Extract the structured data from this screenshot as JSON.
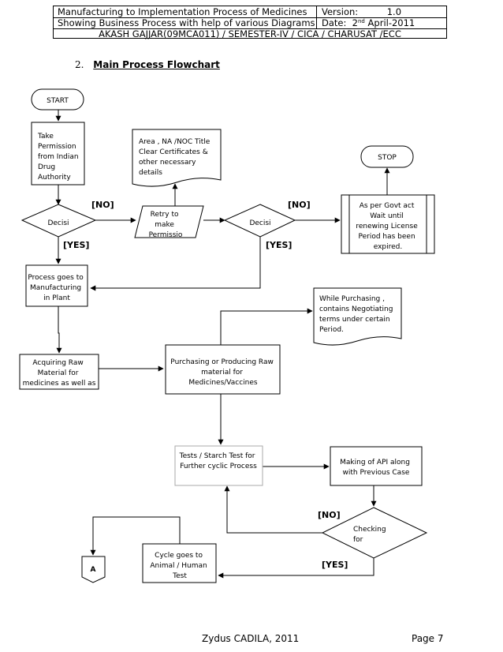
{
  "header": {
    "row1_left": "Manufacturing to Implementation Process of Medicines",
    "row1_right": "Version:          1.0",
    "row2_left": "Showing Business Process with help of various Diagrams",
    "row2_right_prefix": "Date:  2",
    "row2_right_sup": "nd",
    "row2_right_suffix": " April-2011",
    "row3": "AKASH GAJJAR(09MCA011) / SEMESTER-IV / CICA / CHARUSAT /ECC"
  },
  "section": {
    "number": "2.",
    "title": "Main Process Flowchart"
  },
  "flow": {
    "start": "START",
    "take_permission": [
      "Take",
      "Permission",
      "from Indian",
      "Drug",
      "Authority"
    ],
    "area_doc": [
      "Area , NA /NOC Title",
      "Clear Certificates &",
      "other necessary",
      "details"
    ],
    "stop": "STOP",
    "no_label_1": "[NO]",
    "no_label_2": "[NO]",
    "no_label_3": "[NO]",
    "yes_label_1": "[YES]",
    "yes_label_2": "[YES]",
    "yes_label_3": "[YES]",
    "decision_1": "Decisi",
    "decision_2": "Decisi",
    "retry": [
      "Retry to",
      "make",
      "Permissio"
    ],
    "govt_act": [
      "As per Govt act",
      "Wait until",
      "renewing License",
      "Period has been",
      "expired."
    ],
    "process_plant": [
      "Process goes to",
      "Manufacturing",
      "in Plant"
    ],
    "purchasing_doc": [
      "While Purchasing ,",
      "contains Negotiating",
      "terms under certain",
      "Period."
    ],
    "acquiring": [
      "Acquiring Raw",
      "Material for",
      "medicines as well as"
    ],
    "purchasing": [
      "Purchasing or Producing Raw",
      "material for",
      "Medicines/Vaccines"
    ],
    "tests": [
      "Tests / Starch Test for",
      "Further cyclic Process"
    ],
    "api": [
      "Making of API along",
      "with Previous Case"
    ],
    "checking": [
      "Checking",
      "for"
    ],
    "cycle": [
      "Cycle goes to",
      "Animal / Human",
      "Test"
    ],
    "connector": "A"
  },
  "footer": {
    "left": "Zydus CADILA, 2011",
    "right": "Page 7"
  }
}
